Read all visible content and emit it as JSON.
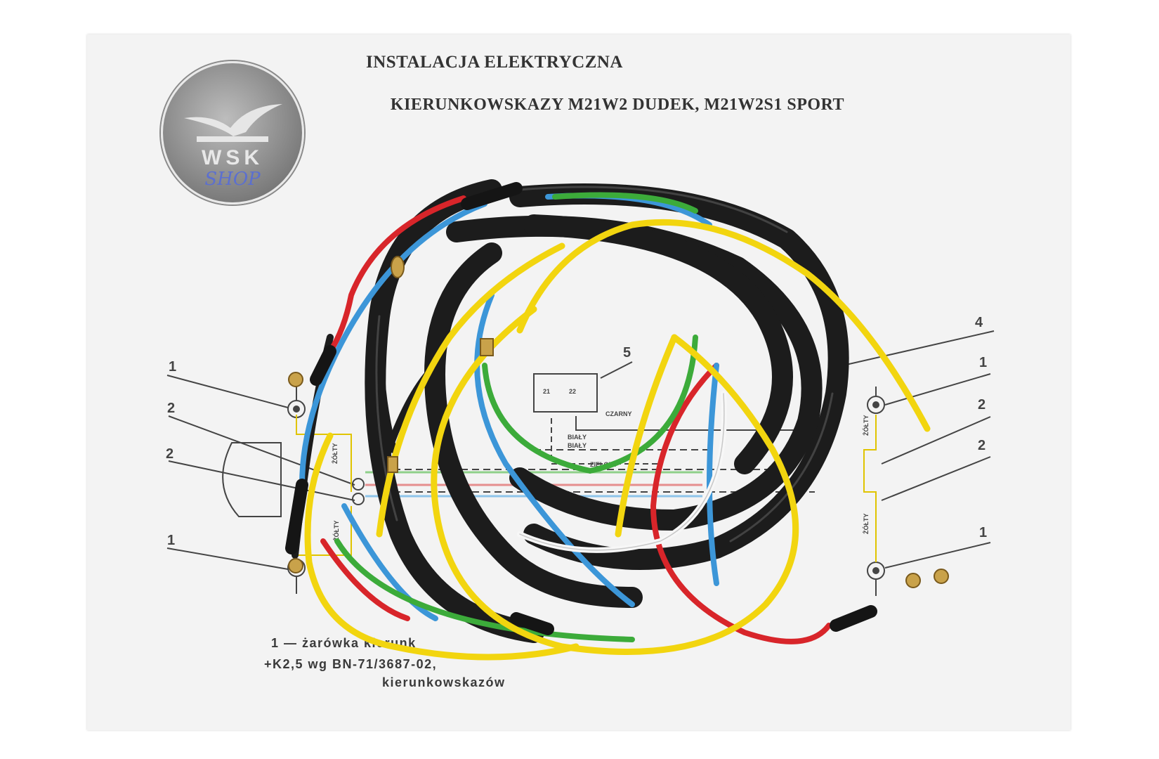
{
  "document": {
    "title": "INSTALACJA ELEKTRYCZNA",
    "subtitle": "KIERUNKOWSKAZY M21W2 DUDEK, M21W2S1 SPORT",
    "logo": {
      "main": "WSK",
      "sub": "SHOP"
    },
    "callouts": [
      "1",
      "2",
      "2",
      "1",
      "5",
      "4",
      "1",
      "2",
      "2",
      "1"
    ],
    "wire_labels": {
      "czarny": "CZARNY",
      "bialy1": "BIAŁY",
      "bialy2": "BIAŁY",
      "zielony": "ZIELONY",
      "zolty": "ŻÓŁTY",
      "terminal_21": "21",
      "terminal_22": "22"
    },
    "caption_lines": [
      "1 — żarówka kierunk",
      "+K2,5  wg  BN-71/3687-02,",
      "kierunkowskazów"
    ]
  },
  "colors": {
    "paper": "#f3f3f3",
    "wire_black": "#1c1c1c",
    "wire_red": "#d8252a",
    "wire_blue": "#3c96d8",
    "wire_green": "#3cab3a",
    "wire_yellow": "#f2d50f",
    "wire_white": "#f7f7f7"
  }
}
